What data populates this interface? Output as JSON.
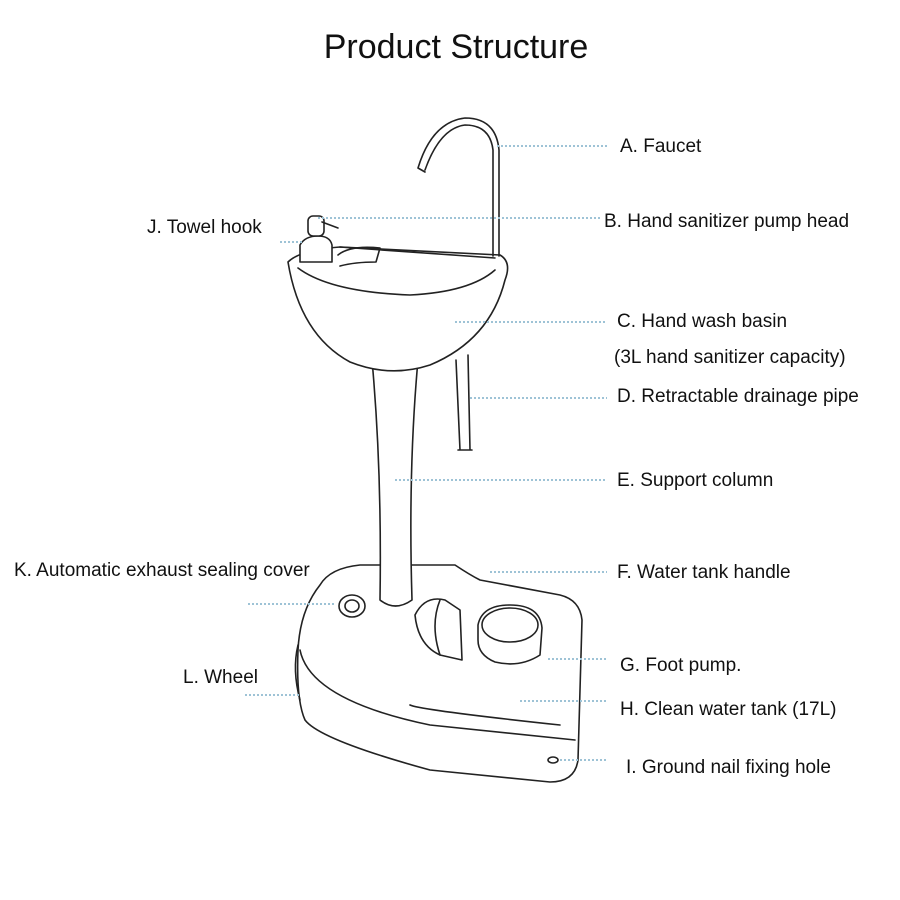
{
  "title": "Product Structure",
  "labels": {
    "A": "A. Faucet",
    "B": "B. Hand sanitizer pump head",
    "C": "C. Hand wash basin",
    "C_note": "(3L hand sanitizer capacity)",
    "D": "D. Retractable drainage pipe",
    "E": "E. Support column",
    "F": "F. Water tank handle",
    "G": "G. Foot pump.",
    "H": "H. Clean water tank (17L)",
    "I": "I. Ground nail fixing hole",
    "J": "J. Towel hook",
    "K": "K. Automatic exhaust sealing cover",
    "L": "L. Wheel"
  },
  "colors": {
    "leader": "#9ec3d6",
    "ink": "#222222"
  }
}
